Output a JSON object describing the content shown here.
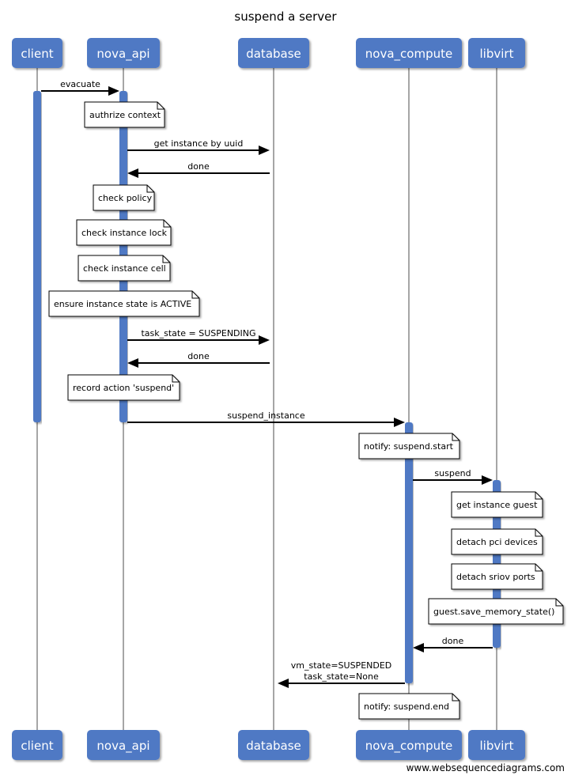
{
  "title": "suspend a server",
  "footer": "www.websequencediagrams.com",
  "colors": {
    "actor_fill": "#5079c4",
    "activation_fill": "#5079c4",
    "lifeline": "#888888",
    "note_fill": "#ffffff",
    "note_stroke": "#000000",
    "arrow": "#000000"
  },
  "participants": [
    {
      "id": "client",
      "label": "client"
    },
    {
      "id": "nova_api",
      "label": "nova_api"
    },
    {
      "id": "database",
      "label": "database"
    },
    {
      "id": "nova_compute",
      "label": "nova_compute"
    },
    {
      "id": "libvirt",
      "label": "libvirt"
    }
  ],
  "messages": [
    {
      "from": "client",
      "to": "nova_api",
      "lines": [
        "evacuate"
      ]
    },
    {
      "from": "nova_api",
      "to": "database",
      "lines": [
        "get instance by uuid"
      ]
    },
    {
      "from": "database",
      "to": "nova_api",
      "lines": [
        "done"
      ]
    },
    {
      "from": "nova_api",
      "to": "database",
      "lines": [
        "task_state = SUSPENDING"
      ]
    },
    {
      "from": "database",
      "to": "nova_api",
      "lines": [
        "done"
      ]
    },
    {
      "from": "nova_api",
      "to": "nova_compute",
      "lines": [
        "suspend_instance"
      ]
    },
    {
      "from": "nova_compute",
      "to": "libvirt",
      "lines": [
        "suspend"
      ]
    },
    {
      "from": "libvirt",
      "to": "nova_compute",
      "lines": [
        "done"
      ]
    },
    {
      "from": "nova_compute",
      "to": "database",
      "lines": [
        "vm_state=SUSPENDED",
        "task_state=None"
      ]
    }
  ],
  "notes": [
    {
      "over": "nova_api",
      "text": "authrize context"
    },
    {
      "over": "nova_api",
      "text": "check policy"
    },
    {
      "over": "nova_api",
      "text": "check instance lock"
    },
    {
      "over": "nova_api",
      "text": "check instance cell"
    },
    {
      "over": "nova_api",
      "text": "ensure instance state is ACTIVE"
    },
    {
      "over": "nova_api",
      "text": "record action 'suspend'"
    },
    {
      "over": "nova_compute",
      "text": "notify: suspend.start"
    },
    {
      "over": "libvirt",
      "text": "get instance guest"
    },
    {
      "over": "libvirt",
      "text": "detach pci devices"
    },
    {
      "over": "libvirt",
      "text": "detach sriov ports"
    },
    {
      "over": "libvirt",
      "text": "guest.save_memory_state()"
    },
    {
      "over": "nova_compute",
      "text": "notify: suspend.end"
    }
  ]
}
